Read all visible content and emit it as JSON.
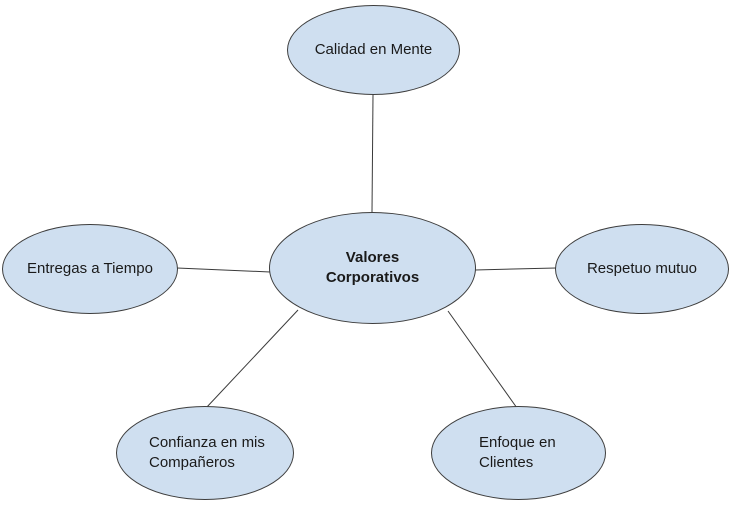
{
  "center": {
    "line1": "Valores",
    "line2": "Corporativos"
  },
  "nodes": {
    "top": {
      "label": "Calidad en Mente"
    },
    "left": {
      "label": "Entregas a Tiempo"
    },
    "right": {
      "label": "Respetuo mutuo"
    },
    "bottom_left": {
      "line1": "Confianza en mis",
      "line2": "Compañeros"
    },
    "bottom_right": {
      "line1": "Enfoque en",
      "line2": "Clientes"
    }
  },
  "colors": {
    "node_fill": "#cfdff0",
    "stroke": "#3d3d3d"
  }
}
